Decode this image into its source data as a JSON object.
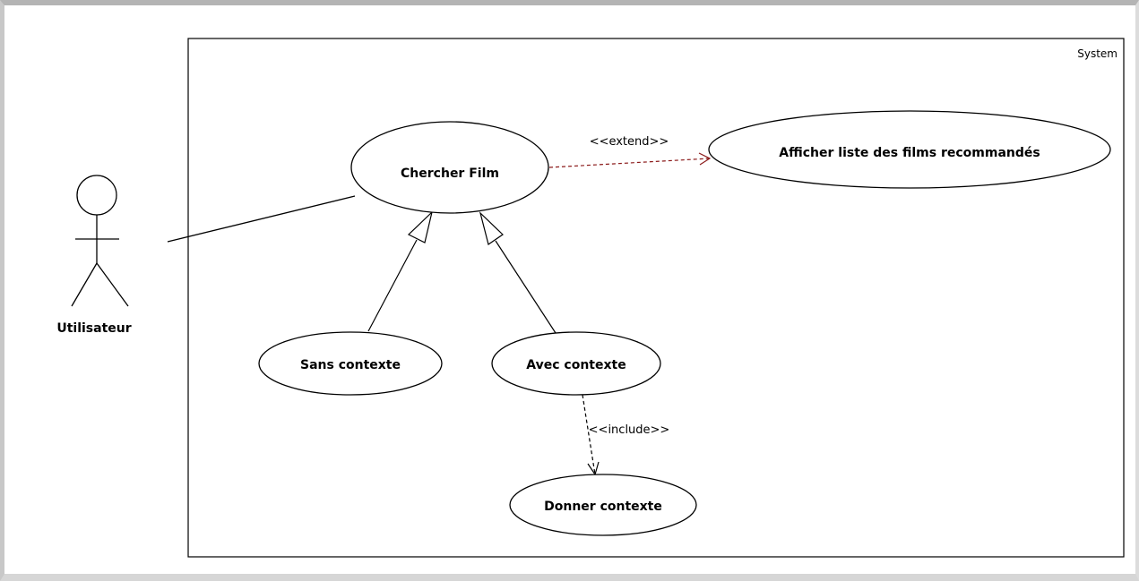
{
  "system": {
    "label": "System"
  },
  "actor": {
    "name": "Utilisateur"
  },
  "use_cases": {
    "chercher_film": "Chercher Film",
    "afficher_liste": "Afficher liste des films recommandés",
    "sans_contexte": "Sans contexte",
    "avec_contexte": "Avec contexte",
    "donner_contexte": "Donner contexte"
  },
  "relationships": {
    "extend_label": "<<extend>>",
    "include_label": "<<include>>"
  },
  "colors": {
    "line": "#000000",
    "extend_line": "#8b1a1a",
    "include_line": "#000000"
  }
}
